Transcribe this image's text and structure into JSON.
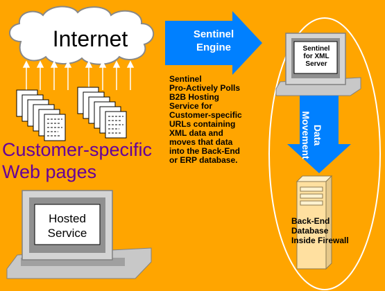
{
  "internet_label": "Internet",
  "engine_label": "Sentinel\nEngine",
  "description": "Sentinel\nPro-Actively Polls\nB2B Hosting\nService for\nCustomer-specific\nURLs containing\nXML data and\nmoves that data\ninto the Back-End\nor ERP database.",
  "pages_label": "Customer-specific\nWeb pages",
  "hosted_label": "Hosted\nService",
  "server_label": "Sentinel\nfor XML\nServer",
  "movement_label": "Data\nMovement",
  "backend_label": "Back-End\nDatabase\nInside Firewall",
  "colors": {
    "background": "#FFA500",
    "arrow": "#0080FF",
    "pages_text": "#660099",
    "monitor": "#D4D4D4",
    "oval": "#FFFFFF",
    "server_tower": "#FFE0A0"
  }
}
